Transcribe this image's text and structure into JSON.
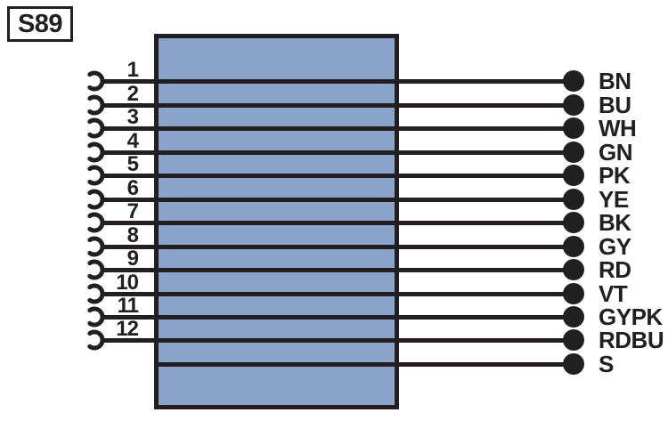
{
  "title": "S89",
  "colors": {
    "line": "#231f20",
    "connector_fill": "#8aa3cb",
    "background": "#ffffff"
  },
  "rows": [
    {
      "pin": "1",
      "label": "BN"
    },
    {
      "pin": "2",
      "label": "BU"
    },
    {
      "pin": "3",
      "label": "WH"
    },
    {
      "pin": "4",
      "label": "GN"
    },
    {
      "pin": "5",
      "label": "PK"
    },
    {
      "pin": "6",
      "label": "YE"
    },
    {
      "pin": "7",
      "label": "BK"
    },
    {
      "pin": "8",
      "label": "GY"
    },
    {
      "pin": "9",
      "label": "RD"
    },
    {
      "pin": "10",
      "label": "VT"
    },
    {
      "pin": "11",
      "label": "GYPK"
    },
    {
      "pin": "12",
      "label": "RDBU"
    },
    {
      "pin": "",
      "label": "S"
    }
  ]
}
